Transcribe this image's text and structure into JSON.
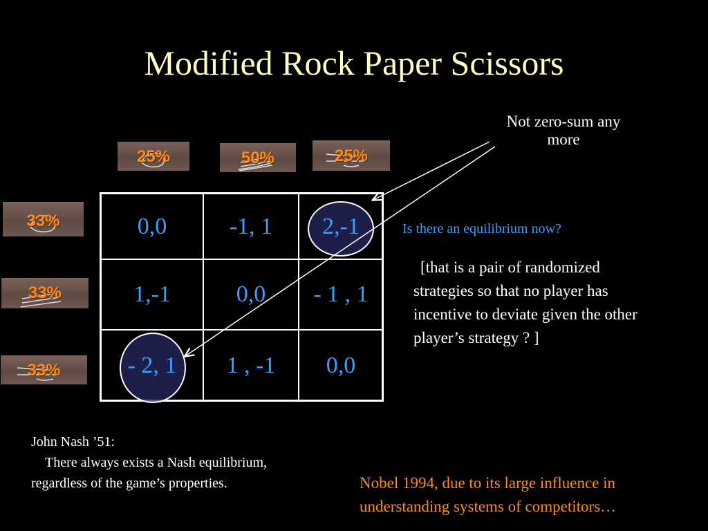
{
  "title": "Modified Rock Paper Scissors",
  "column_probs": [
    "25%",
    "50%",
    "25%"
  ],
  "row_probs": [
    "33%",
    "33%",
    "33%"
  ],
  "matrix": [
    [
      "0,0",
      "-1, 1",
      "2,-1"
    ],
    [
      "1,-1",
      "0,0",
      "- 1 , 1"
    ],
    [
      "- 2, 1",
      "1 , -1",
      "0,0"
    ]
  ],
  "annotations": {
    "not_zero_sum_line1": "Not zero-sum any",
    "not_zero_sum_line2": "more",
    "question": "Is there an equilibrium now?",
    "explain_line1": "[that is a pair of randomized",
    "explain_line2": "strategies so that no player has",
    "explain_line3": "incentive to deviate given the other",
    "explain_line4": "player’s strategy ? ]",
    "nash_line1": "John Nash ’51:",
    "nash_line2": "There always exists a Nash equilibrium,",
    "nash_line3": "regardless of the game’s properties.",
    "nobel_line1": "Nobel 1994, due to its large influence in",
    "nobel_line2": "understanding systems of competitors…"
  },
  "colors": {
    "background": "#000000",
    "title": "#fffcc4",
    "matrix_text": "#3aa0ff",
    "percent": "#ff8c1a",
    "nobel": "#ff8c1a"
  },
  "icons": [
    "rock-hand-icon",
    "paper-hand-icon",
    "scissors-hand-icon"
  ]
}
